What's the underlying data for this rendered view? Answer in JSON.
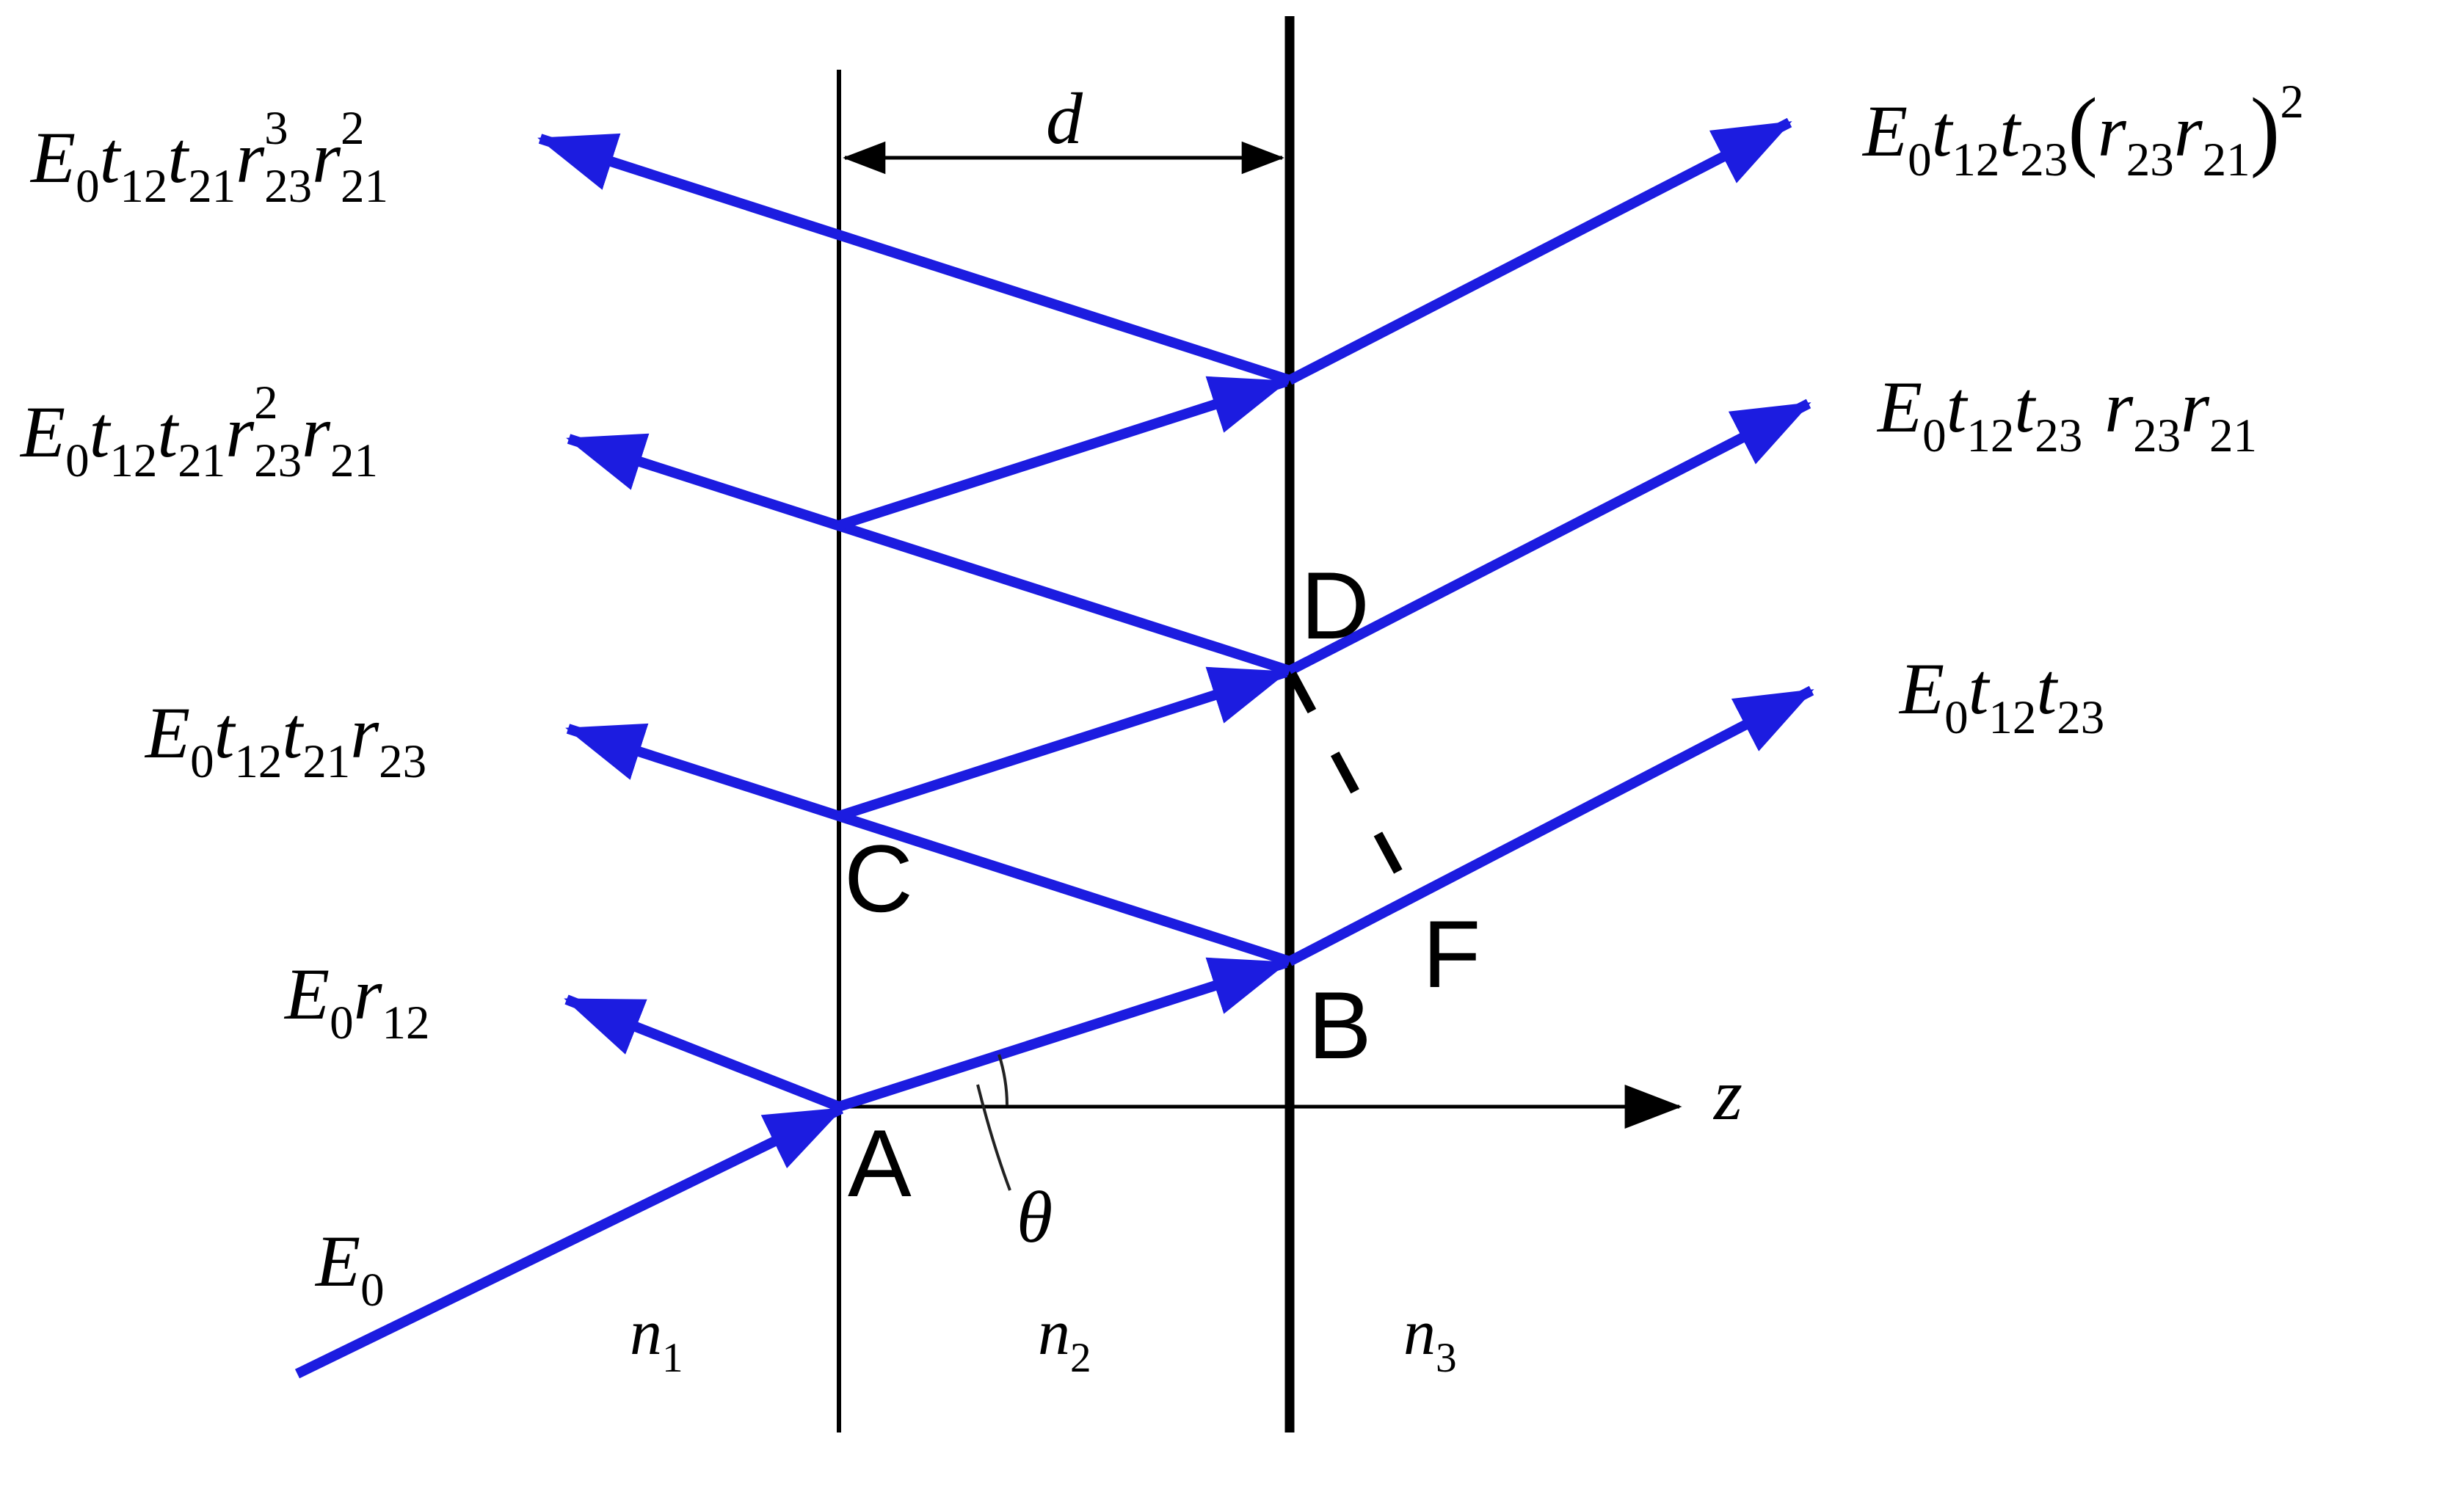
{
  "figure": {
    "description": "Multiple-beam reflections and transmissions of an incident wave E0 in a film of thickness d between media n1, n2, n3",
    "colors": {
      "ray_blue": "#1c1ce0",
      "line_black": "#000000",
      "annotation": "#222222",
      "background": "#ffffff"
    }
  },
  "labels": {
    "points": {
      "A": "A",
      "B": "B",
      "C": "C",
      "D": "D",
      "F": "F"
    },
    "z_axis": "z",
    "thickness": "d",
    "angle": "θ",
    "media": {
      "n1": {
        "tokens": [
          {
            "t": "n"
          },
          {
            "t": "1",
            "s": "sub"
          }
        ]
      },
      "n2": {
        "tokens": [
          {
            "t": "n"
          },
          {
            "t": "2",
            "s": "sub"
          }
        ]
      },
      "n3": {
        "tokens": [
          {
            "t": "n"
          },
          {
            "t": "3",
            "s": "sub"
          }
        ]
      }
    },
    "fields": {
      "incident": {
        "tokens": [
          {
            "t": "E"
          },
          {
            "t": "0",
            "s": "sub"
          }
        ]
      },
      "reflected_1": {
        "tokens": [
          {
            "t": "E"
          },
          {
            "t": "0",
            "s": "sub"
          },
          {
            "t": "r"
          },
          {
            "t": "12",
            "s": "sub"
          }
        ]
      },
      "reflected_2": {
        "tokens": [
          {
            "t": "E"
          },
          {
            "t": "0",
            "s": "sub"
          },
          {
            "t": "t"
          },
          {
            "t": "12",
            "s": "sub"
          },
          {
            "t": "t"
          },
          {
            "t": "21",
            "s": "sub"
          },
          {
            "t": "r"
          },
          {
            "t": "23",
            "s": "sub"
          }
        ]
      },
      "reflected_3": {
        "tokens": [
          {
            "t": "E"
          },
          {
            "t": "0",
            "s": "sub"
          },
          {
            "t": "t"
          },
          {
            "t": "12",
            "s": "sub"
          },
          {
            "t": "t"
          },
          {
            "t": "21",
            "s": "sub"
          },
          {
            "t": "r"
          },
          {
            "t": "23",
            "s": "sub"
          },
          {
            "t": "2",
            "s": "sup",
            "stack": true
          },
          {
            "t": "r"
          },
          {
            "t": "21",
            "s": "sub"
          }
        ]
      },
      "reflected_4": {
        "tokens": [
          {
            "t": "E"
          },
          {
            "t": "0",
            "s": "sub"
          },
          {
            "t": "t"
          },
          {
            "t": "12",
            "s": "sub"
          },
          {
            "t": "t"
          },
          {
            "t": "21",
            "s": "sub"
          },
          {
            "t": "r"
          },
          {
            "t": "23",
            "s": "sub"
          },
          {
            "t": "3",
            "s": "sup",
            "stack": true
          },
          {
            "t": "r"
          },
          {
            "t": "21",
            "s": "sub"
          },
          {
            "t": "2",
            "s": "sup",
            "stack": true
          }
        ]
      },
      "transmitted_1": {
        "tokens": [
          {
            "t": "E"
          },
          {
            "t": "0",
            "s": "sub"
          },
          {
            "t": "t"
          },
          {
            "t": "12",
            "s": "sub"
          },
          {
            "t": "t"
          },
          {
            "t": "23",
            "s": "sub"
          }
        ]
      },
      "transmitted_2": {
        "tokens": [
          {
            "t": "E"
          },
          {
            "t": "0",
            "s": "sub"
          },
          {
            "t": "t"
          },
          {
            "t": "12",
            "s": "sub"
          },
          {
            "t": "t"
          },
          {
            "t": "23",
            "s": "sub"
          },
          {
            "t": "r",
            "gap": true
          },
          {
            "t": "23",
            "s": "sub"
          },
          {
            "t": "r"
          },
          {
            "t": "21",
            "s": "sub"
          }
        ]
      },
      "transmitted_3": {
        "tokens": [
          {
            "t": "E"
          },
          {
            "t": "0",
            "s": "sub"
          },
          {
            "t": "t"
          },
          {
            "t": "12",
            "s": "sub"
          },
          {
            "t": "t"
          },
          {
            "t": "23",
            "s": "sub"
          },
          {
            "t": "(",
            "s": "big"
          },
          {
            "t": "r"
          },
          {
            "t": "23",
            "s": "sub"
          },
          {
            "t": "r"
          },
          {
            "t": "21",
            "s": "sub"
          },
          {
            "t": ")",
            "s": "big"
          },
          {
            "t": "2",
            "s": "sup"
          }
        ]
      }
    }
  }
}
